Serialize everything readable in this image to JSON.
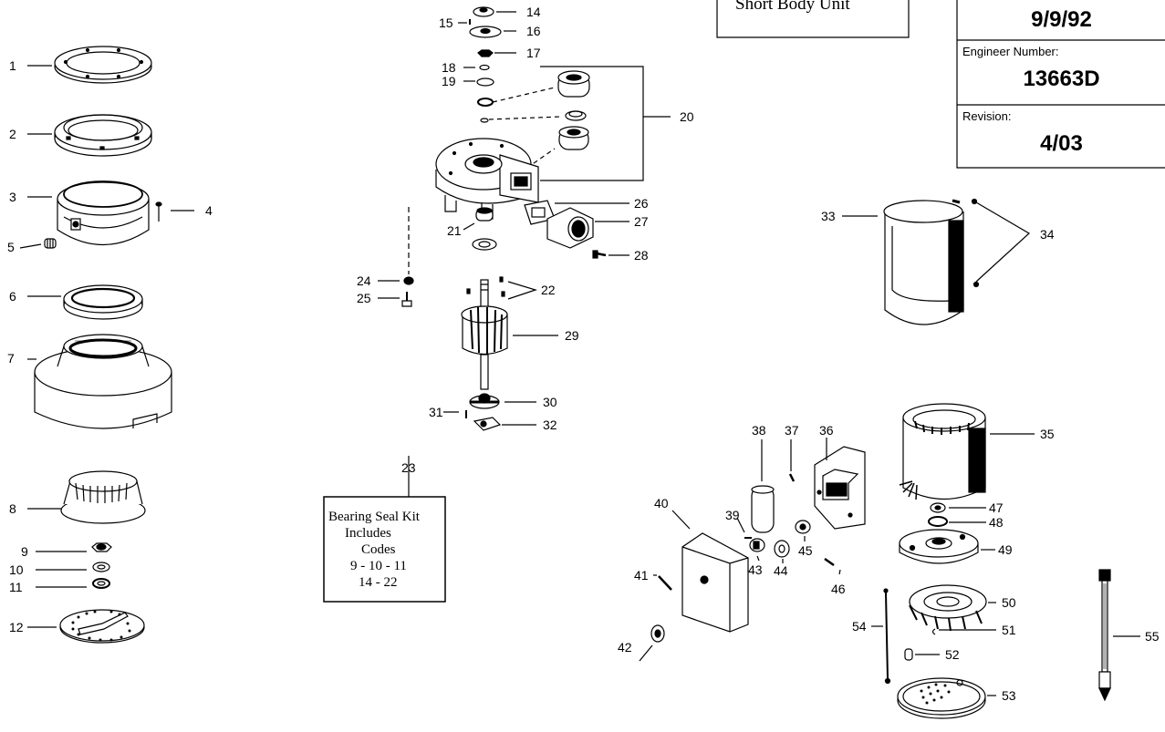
{
  "title_block": {
    "title": "Short Body Unit",
    "date": "9/9/92",
    "engineer_label": "Engineer Number:",
    "engineer_number": "13663D",
    "revision_label": "Revision:",
    "revision": "4/03"
  },
  "kit_box": {
    "callout": "23",
    "lines": [
      "Bearing Seal Kit",
      "Includes",
      "Codes",
      "9 - 10 - 11",
      "14  - 22"
    ]
  },
  "callouts": [
    "1",
    "2",
    "3",
    "4",
    "5",
    "6",
    "7",
    "8",
    "9",
    "10",
    "11",
    "12",
    "14",
    "15",
    "16",
    "17",
    "18",
    "19",
    "20",
    "21",
    "22",
    "24",
    "25",
    "26",
    "27",
    "28",
    "29",
    "30",
    "31",
    "32",
    "33",
    "34",
    "35",
    "36",
    "37",
    "38",
    "39",
    "40",
    "41",
    "42",
    "43",
    "44",
    "45",
    "46",
    "47",
    "48",
    "49",
    "50",
    "51",
    "52",
    "53",
    "54",
    "55"
  ]
}
